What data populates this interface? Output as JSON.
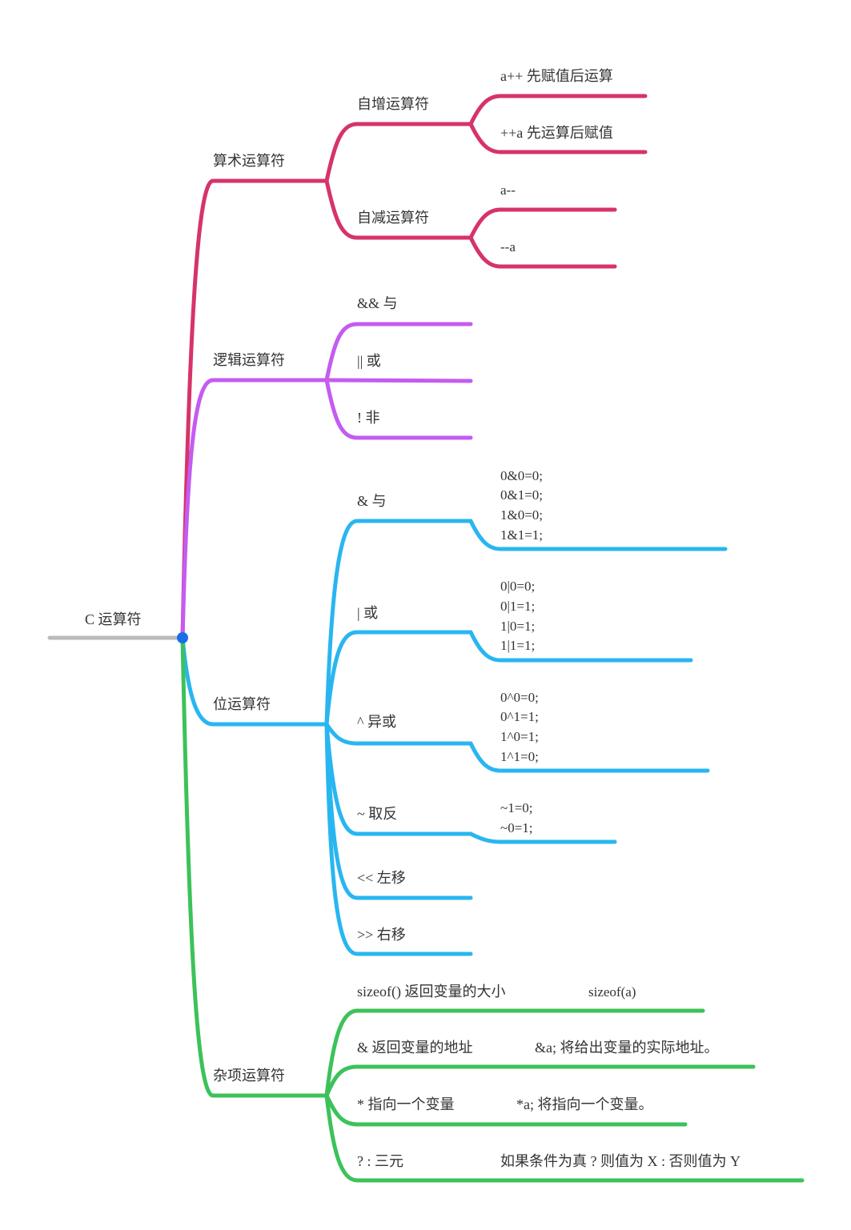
{
  "colors": {
    "root": "#bbbbbb",
    "arith": "#d6336c",
    "logic": "#c45cf0",
    "bit": "#29b6f0",
    "misc": "#3cc25a",
    "hub": "#1a6fe8"
  },
  "root": {
    "label": "C 运算符"
  },
  "arith": {
    "label": "算术运算符",
    "inc": {
      "label": "自增运算符",
      "items": [
        "a++ 先赋值后运算",
        "++a 先运算后赋值"
      ]
    },
    "dec": {
      "label": "自减运算符",
      "items": [
        "a--",
        "--a"
      ]
    }
  },
  "logic": {
    "label": "逻辑运算符",
    "items": [
      "&& 与",
      "|| 或",
      "! 非"
    ]
  },
  "bit": {
    "label": "位运算符",
    "and": {
      "label": "& 与",
      "lines": [
        "0&0=0;",
        "0&1=0;",
        "1&0=0;",
        "1&1=1;"
      ]
    },
    "or": {
      "label": "| 或",
      "lines": [
        "0|0=0;",
        "0|1=1;",
        "1|0=1;",
        "1|1=1;"
      ]
    },
    "xor": {
      "label": "^ 异或",
      "lines": [
        "0^0=0;",
        "0^1=1;",
        "1^0=1;",
        "1^1=0;"
      ]
    },
    "not": {
      "label": "~ 取反",
      "lines": [
        "~1=0;",
        "~0=1;"
      ]
    },
    "shl": {
      "label": "<< 左移"
    },
    "shr": {
      "label": ">> 右移"
    }
  },
  "misc": {
    "label": "杂项运算符",
    "items": [
      {
        "label": "sizeof() 返回变量的大小",
        "detail": "sizeof(a)"
      },
      {
        "label": "& 返回变量的地址",
        "detail": "&a; 将给出变量的实际地址。"
      },
      {
        "label": "* 指向一个变量",
        "detail": "*a; 将指向一个变量。"
      },
      {
        "label": "? : 三元",
        "detail": "如果条件为真 ? 则值为 X : 否则值为 Y"
      }
    ]
  }
}
